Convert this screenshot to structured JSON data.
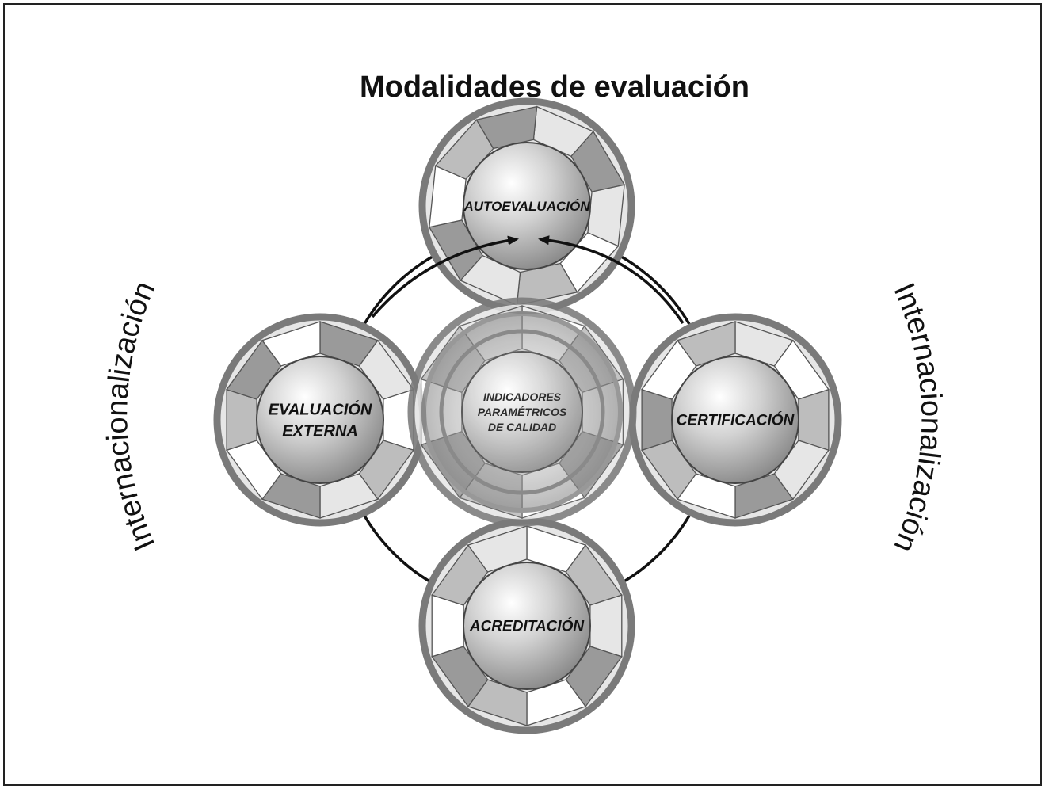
{
  "title": "Modalidades de evaluación",
  "side_label_left": "Internacionalización",
  "side_label_right": "Internacionalización",
  "nodes": {
    "top": {
      "label_lines": [
        "AUTOEVALUACIÓN"
      ]
    },
    "left": {
      "label_lines": [
        "EVALUACIÓN",
        "EXTERNA"
      ]
    },
    "right": {
      "label_lines": [
        "CERTIFICACIÓN"
      ]
    },
    "bottom": {
      "label_lines": [
        "ACREDITACIÓN"
      ]
    },
    "center": {
      "label_lines": [
        "INDICADORES",
        "PARAMÉTRICOS",
        "DE CALIDAD"
      ]
    }
  },
  "colors": {
    "ring_border": "#7a7a7a",
    "segment_dark": "#9a9a9a",
    "segment_mid": "#bdbdbd",
    "segment_light": "#e6e6e6",
    "segment_white": "#ffffff",
    "text": "#111111"
  }
}
